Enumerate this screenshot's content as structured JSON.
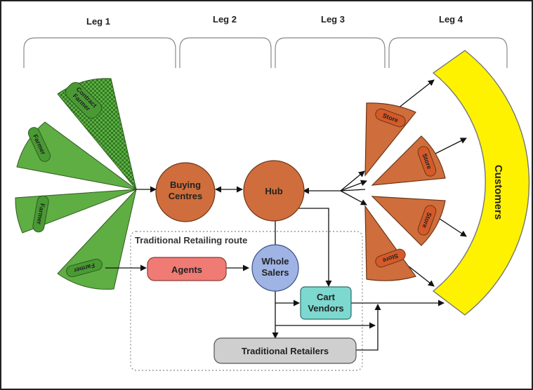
{
  "legs": [
    "Leg 1",
    "Leg 2",
    "Leg 3",
    "Leg 4"
  ],
  "farm_labels": [
    "Contract\nFarmer",
    "Farmer",
    "Farmer",
    "Farmer"
  ],
  "nodes": {
    "buying_centres": "Buying\nCentres",
    "hub": "Hub",
    "agents": "Agents",
    "whole_salers": "Whole\nSalers",
    "cart_vendors": "Cart\nVendors",
    "traditional_retailers": "Traditional Retailers",
    "customers": "Customers",
    "store": "Store"
  },
  "route_label": "Traditional  Retailing route",
  "colors": {
    "green": "#5fae44",
    "orange": "#cf6e3c",
    "salmon": "#f07b74",
    "blue": "#9fb3e4",
    "teal": "#7dd8cf",
    "grey": "#cfcfcf",
    "yellow": "#fff200"
  }
}
